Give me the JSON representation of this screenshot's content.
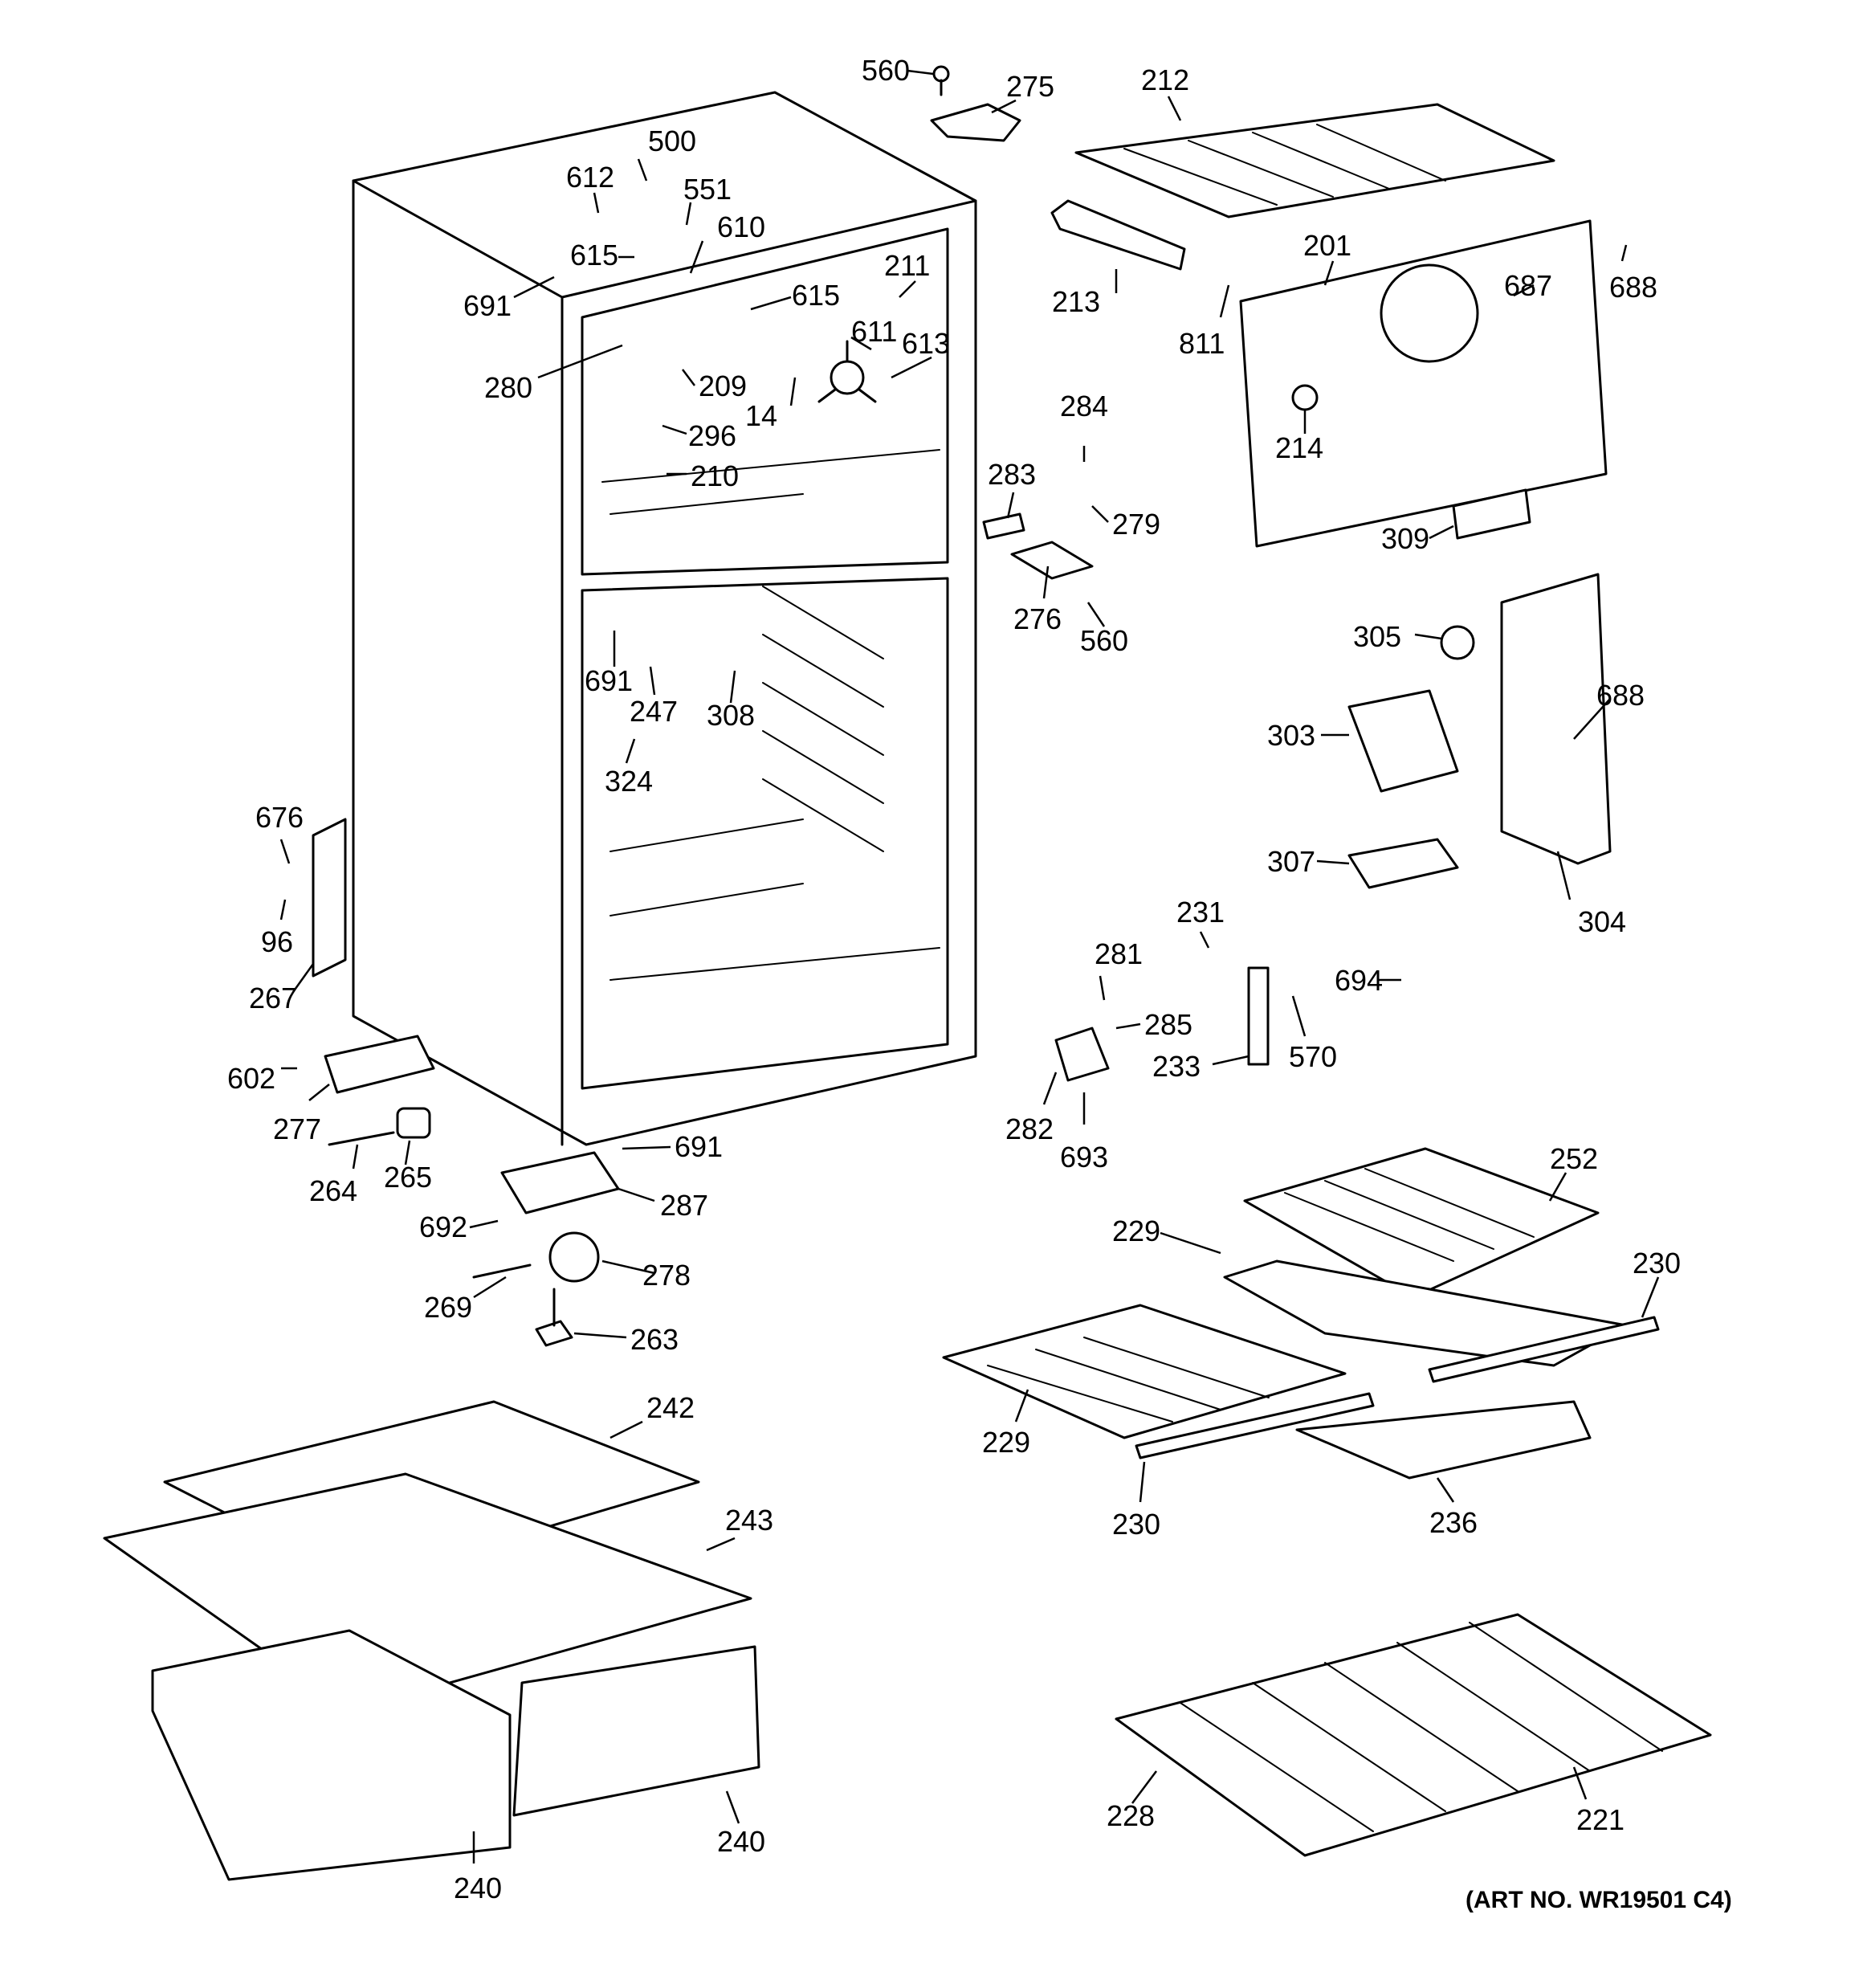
{
  "labels": {
    "l560a": "560",
    "l275": "275",
    "l212": "212",
    "l500": "500",
    "l612": "612",
    "l551": "551",
    "l610": "610",
    "l615a": "615",
    "l691a": "691",
    "l615b": "615",
    "l211": "211",
    "l611": "611",
    "l613": "613",
    "l213": "213",
    "l811": "811",
    "l201": "201",
    "l687": "687",
    "l688a": "688",
    "l280": "280",
    "l209": "209",
    "l14": "14",
    "l296": "296",
    "l210": "210",
    "l284": "284",
    "l214": "214",
    "l283": "283",
    "l279": "279",
    "l309": "309",
    "l276": "276",
    "l560b": "560",
    "l691b": "691",
    "l247": "247",
    "l308": "308",
    "l324": "324",
    "l305": "305",
    "l303": "303",
    "l688b": "688",
    "l676": "676",
    "l96": "96",
    "l267": "267",
    "l307": "307",
    "l304": "304",
    "l231": "231",
    "l281": "281",
    "l285": "285",
    "l694": "694",
    "l233": "233",
    "l570": "570",
    "l602": "602",
    "l277": "277",
    "l282": "282",
    "l693": "693",
    "l264": "264",
    "l265": "265",
    "l691c": "691",
    "l287": "287",
    "l692": "692",
    "l252": "252",
    "l229a": "229",
    "l230a": "230",
    "l269": "269",
    "l278": "278",
    "l263": "263",
    "l229b": "229",
    "l230b": "230",
    "l236": "236",
    "l242": "242",
    "l243": "243",
    "l240a": "240",
    "l240b": "240",
    "l228": "228",
    "l221": "221"
  },
  "art_number": "(ART NO. WR19501 C4)"
}
